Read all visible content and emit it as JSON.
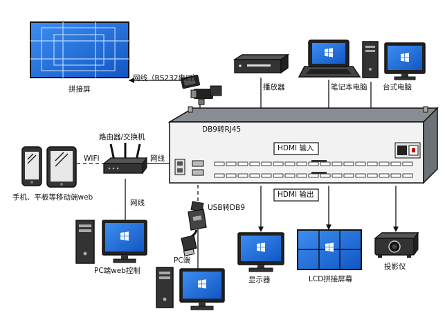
{
  "colors": {
    "screen_blue": "#1f6fe0",
    "chassis_top": "#8a8f96",
    "chassis_front": "#f2f2f2",
    "outline": "#111111"
  },
  "labels": {
    "video_wall": "拼接屏",
    "network_rs232": "网线（RS232串口）",
    "db9_rj45": "DB9转RJ45",
    "router": "路由器/交换机",
    "wifi": "WIFI",
    "network_router_matrix": "网线",
    "mobile": "手机、平板等移动端web",
    "network_router_pc": "网线",
    "pc_web_control": "PC端web控制",
    "usb_db9": "USB转DB9",
    "pc_side": "PC端",
    "player": "播放器",
    "laptop": "笔记本电脑",
    "desktop": "台式电脑",
    "hdmi_in": "HDMI 输入",
    "hdmi_out": "HDMI 输出",
    "monitor": "显示器",
    "lcd_wall": "LCD拼接屏幕",
    "projector": "投影仪"
  },
  "icons": [
    "video-wall-icon",
    "rs232-adapter-icon",
    "router-icon",
    "phone-icon",
    "tablet-icon",
    "pc-tower-icon",
    "monitor-icon",
    "usb-db9-cable-icon",
    "media-player-icon",
    "laptop-icon",
    "matrix-switcher-icon",
    "lcd-wall-icon",
    "projector-icon",
    "power-socket-icon"
  ]
}
